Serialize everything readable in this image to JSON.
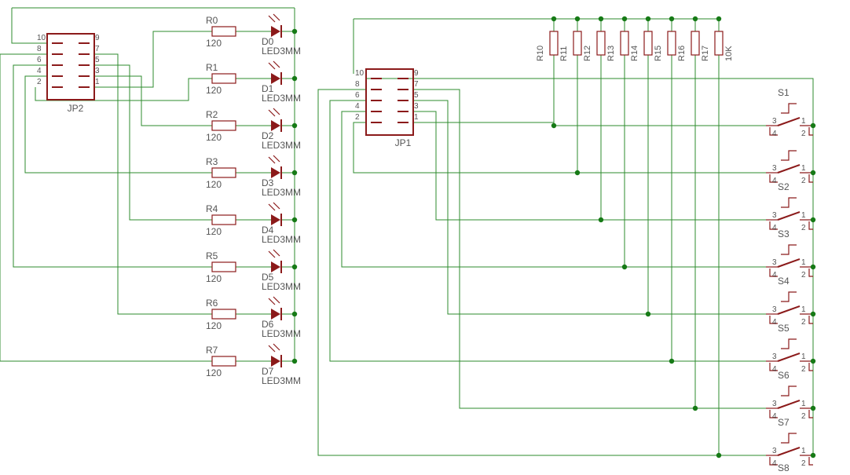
{
  "title": "",
  "colors": {
    "wire": "#2e8b2e",
    "junction": "#167a16",
    "part": "#8b1a1a",
    "text": "#555555"
  },
  "jp2": {
    "name": "JP2",
    "pins": [
      "10",
      "9",
      "8",
      "7",
      "6",
      "5",
      "4",
      "3",
      "2",
      "1"
    ]
  },
  "jp1": {
    "name": "JP1",
    "pins": [
      "10",
      "9",
      "8",
      "7",
      "6",
      "5",
      "4",
      "3",
      "2",
      "1"
    ]
  },
  "resistors_left": [
    {
      "name": "R0",
      "value": "120"
    },
    {
      "name": "R1",
      "value": "120"
    },
    {
      "name": "R2",
      "value": "120"
    },
    {
      "name": "R3",
      "value": "120"
    },
    {
      "name": "R4",
      "value": "120"
    },
    {
      "name": "R5",
      "value": "120"
    },
    {
      "name": "R6",
      "value": "120"
    },
    {
      "name": "R7",
      "value": "120"
    }
  ],
  "leds": [
    {
      "name": "D0",
      "value": "LED3MM"
    },
    {
      "name": "D1",
      "value": "LED3MM"
    },
    {
      "name": "D2",
      "value": "LED3MM"
    },
    {
      "name": "D3",
      "value": "LED3MM"
    },
    {
      "name": "D4",
      "value": "LED3MM"
    },
    {
      "name": "D5",
      "value": "LED3MM"
    },
    {
      "name": "D6",
      "value": "LED3MM"
    },
    {
      "name": "D7",
      "value": "LED3MM"
    }
  ],
  "pullups": [
    {
      "label": "R10"
    },
    {
      "label": "R11"
    },
    {
      "label": "R12"
    },
    {
      "label": "R13"
    },
    {
      "label": "R14"
    },
    {
      "label": "R15"
    },
    {
      "label": "R16"
    },
    {
      "label": "R17"
    },
    {
      "label": "10K"
    }
  ],
  "switches": [
    {
      "name": "S1",
      "pins": [
        "3",
        "1",
        "4",
        "2"
      ]
    },
    {
      "name": "S2",
      "pins": [
        "3",
        "1",
        "4",
        "2"
      ]
    },
    {
      "name": "S3",
      "pins": [
        "3",
        "1",
        "4",
        "2"
      ]
    },
    {
      "name": "S4",
      "pins": [
        "3",
        "1",
        "4",
        "2"
      ]
    },
    {
      "name": "S5",
      "pins": [
        "3",
        "1",
        "4",
        "2"
      ]
    },
    {
      "name": "S6",
      "pins": [
        "3",
        "1",
        "4",
        "2"
      ]
    },
    {
      "name": "S7",
      "pins": [
        "3",
        "1",
        "4",
        "2"
      ]
    },
    {
      "name": "S8",
      "pins": [
        "3",
        "1",
        "4",
        "2"
      ]
    }
  ]
}
